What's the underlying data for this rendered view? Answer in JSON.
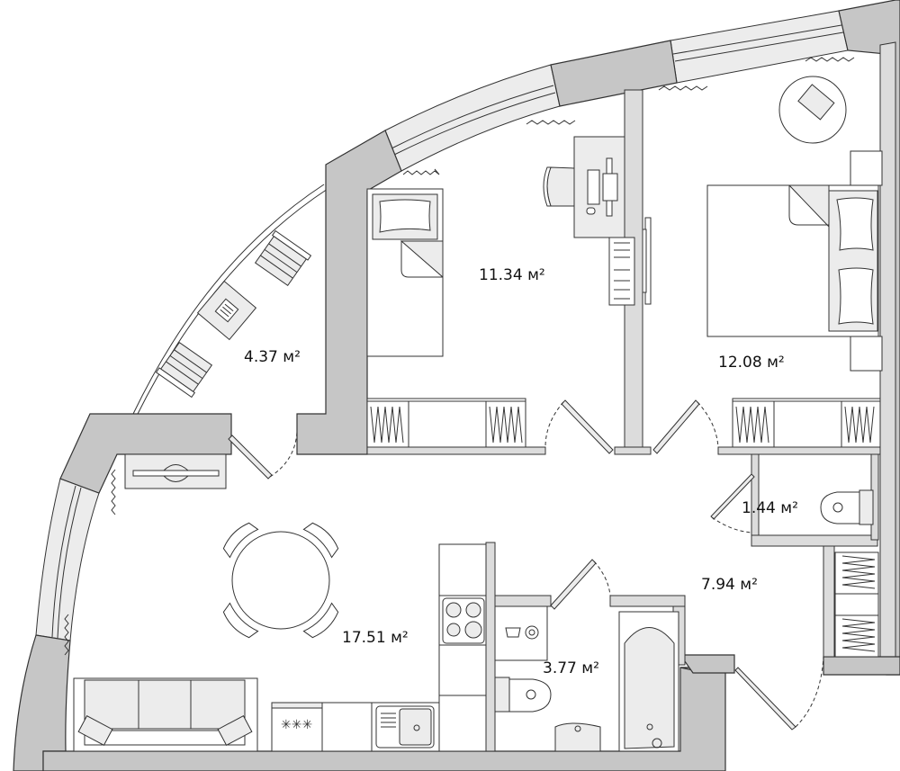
{
  "plan": {
    "type": "apartment floor plan",
    "unit": "м²",
    "colors": {
      "wall": "#c6c6c6",
      "partition": "#dcdcdc",
      "furniture": "#ececec",
      "line": "#333333",
      "background": "#ffffff"
    },
    "rooms": [
      {
        "id": "balcony",
        "area": "4.37 м²"
      },
      {
        "id": "bedroom-small",
        "area": "11.34 м²"
      },
      {
        "id": "bedroom-master",
        "area": "12.08 м²"
      },
      {
        "id": "toilet",
        "area": "1.44 м²"
      },
      {
        "id": "hallway",
        "area": "7.94 м²"
      },
      {
        "id": "living-kitchen",
        "area": "17.51 м²"
      },
      {
        "id": "bathroom",
        "area": "3.77 м²"
      }
    ]
  }
}
